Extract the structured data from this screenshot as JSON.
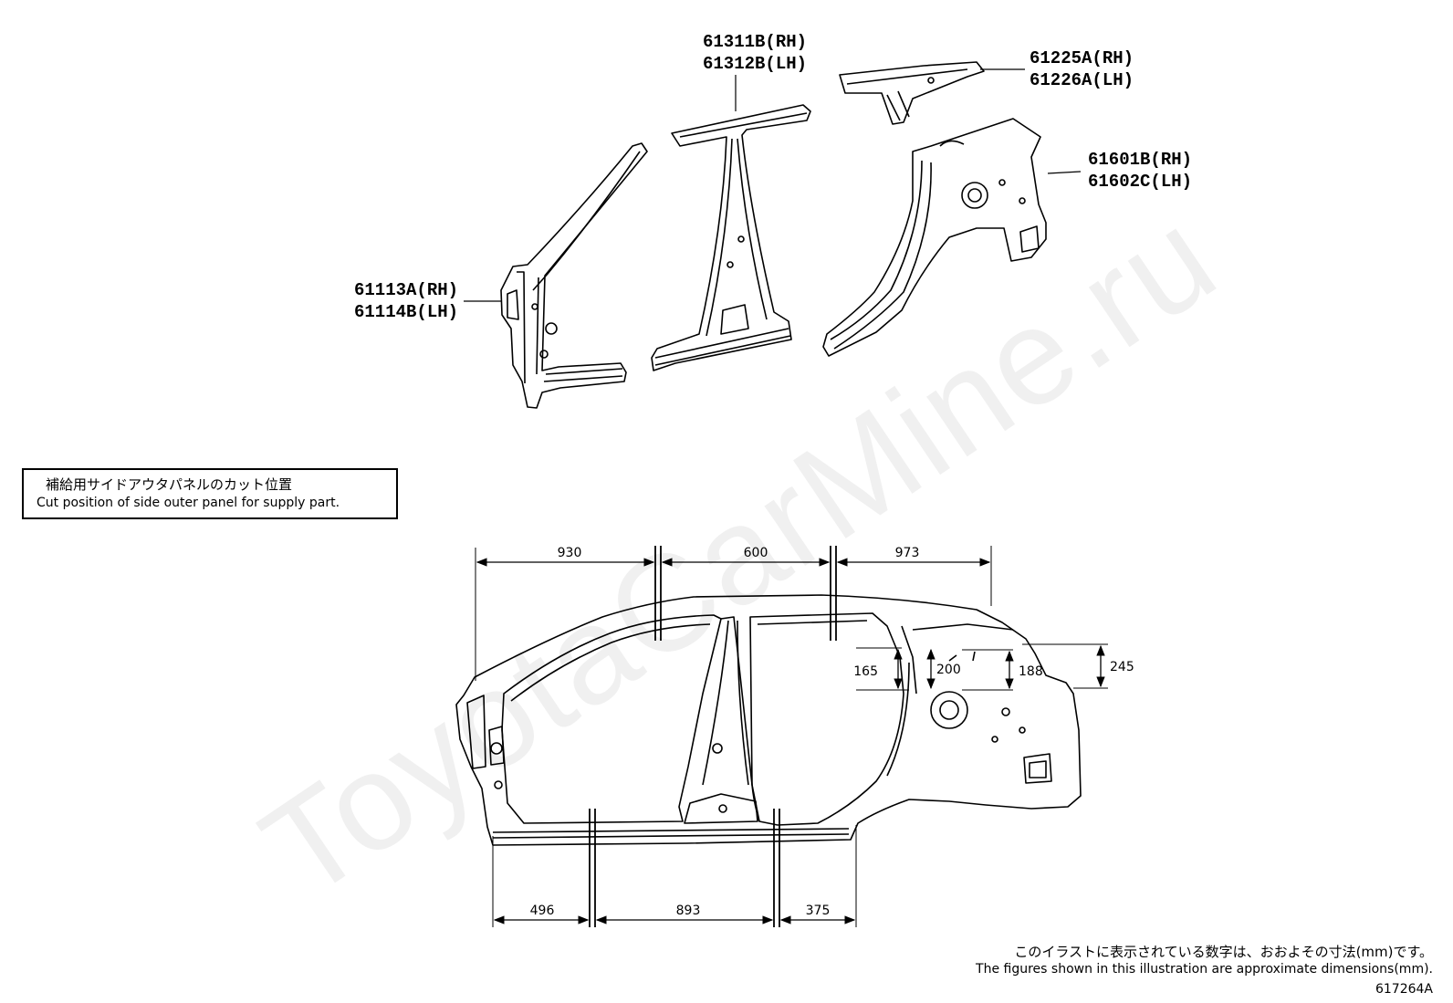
{
  "parts": [
    {
      "rh": "61311B(RH)",
      "lh": "61312B(LH)"
    },
    {
      "rh": "61225A(RH)",
      "lh": "61226A(LH)"
    },
    {
      "rh": "61601B(RH)",
      "lh": "61602C(LH)"
    },
    {
      "rh": "61113A(RH)",
      "lh": "61114B(LH)"
    }
  ],
  "note": {
    "jp": "補給用サイドアウタパネルのカット位置",
    "en": "Cut position of side outer panel for supply part."
  },
  "dimensions": {
    "top": [
      "930",
      "600",
      "973"
    ],
    "bottom": [
      "496",
      "893",
      "375"
    ],
    "vertical": [
      "165",
      "200",
      "188",
      "245"
    ]
  },
  "footer": {
    "jp": "このイラストに表示されている数字は、おおよその寸法(mm)です。",
    "en": "The figures shown in this illustration are approximate dimensions(mm).",
    "figure_id": "617264A"
  },
  "watermark": "ToyotaCarMine.ru"
}
